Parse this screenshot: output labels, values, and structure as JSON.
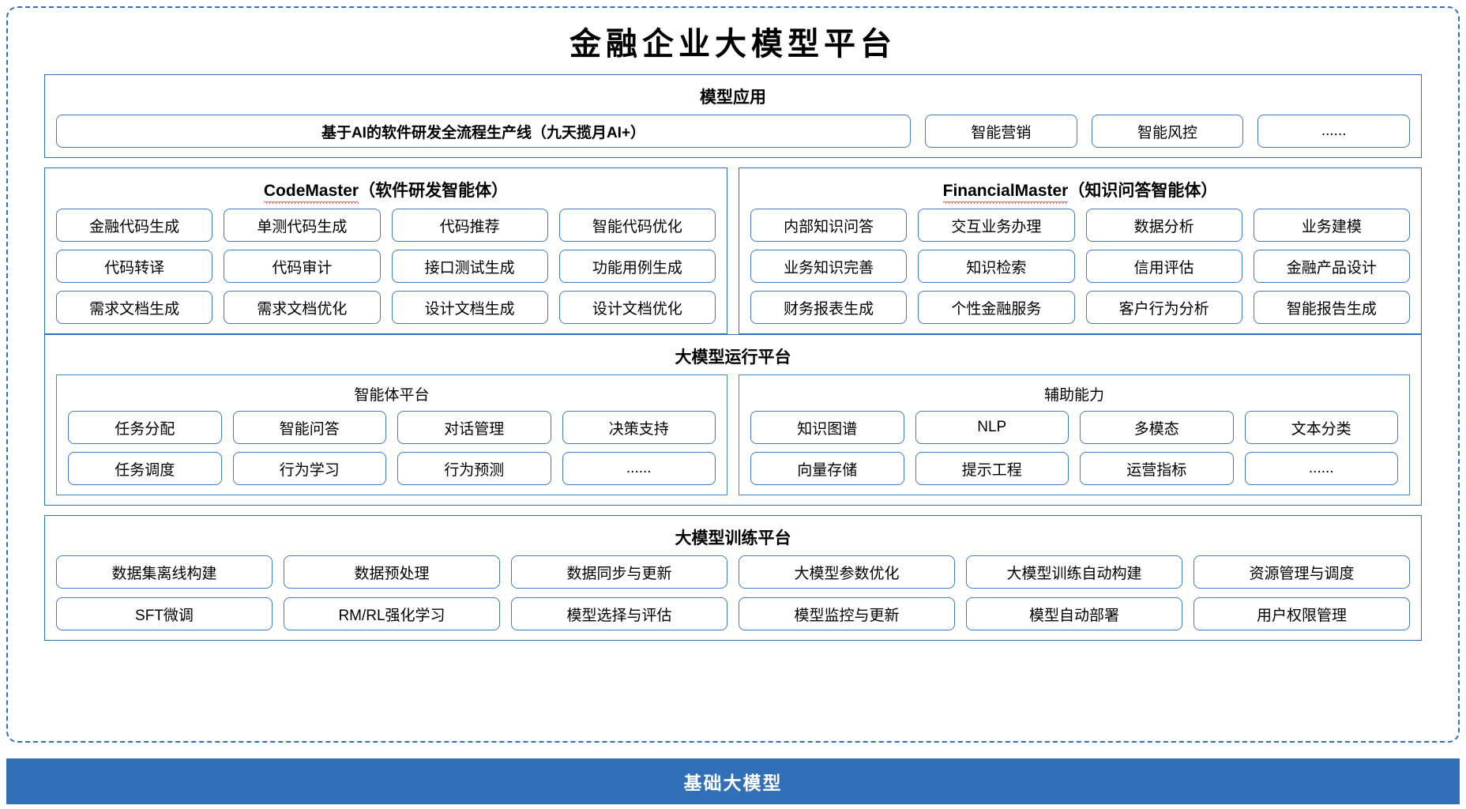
{
  "page": {
    "title": "金融企业大模型平台",
    "accent_color": "#2e6fc4",
    "base_bar_color": "#3170b8",
    "pill_border_color": "#3d7bcc"
  },
  "model_application": {
    "title": "模型应用",
    "primary": "基于AI的软件研发全流程生产线（九天揽月AI+）",
    "others": [
      "智能营销",
      "智能风控",
      "......"
    ]
  },
  "agents": [
    {
      "name": "CodeMaster",
      "suffix": "（软件研发智能体）",
      "items": [
        "金融代码生成",
        "单测代码生成",
        "代码推荐",
        "智能代码优化",
        "代码转译",
        "代码审计",
        "接口测试生成",
        "功能用例生成",
        "需求文档生成",
        "需求文档优化",
        "设计文档生成",
        "设计文档优化"
      ]
    },
    {
      "name": "FinancialMaster",
      "suffix": "（知识问答智能体）",
      "items": [
        "内部知识问答",
        "交互业务办理",
        "数据分析",
        "业务建模",
        "业务知识完善",
        "知识检索",
        "信用评估",
        "金融产品设计",
        "财务报表生成",
        "个性金融服务",
        "客户行为分析",
        "智能报告生成"
      ]
    }
  ],
  "runtime_platform": {
    "title": "大模型运行平台",
    "groups": [
      {
        "title": "智能体平台",
        "items": [
          "任务分配",
          "智能问答",
          "对话管理",
          "决策支持",
          "任务调度",
          "行为学习",
          "行为预测",
          "......"
        ]
      },
      {
        "title": "辅助能力",
        "items": [
          "知识图谱",
          "NLP",
          "多模态",
          "文本分类",
          "向量存储",
          "提示工程",
          "运营指标",
          "......"
        ]
      }
    ]
  },
  "training_platform": {
    "title": "大模型训练平台",
    "items": [
      "数据集离线构建",
      "数据预处理",
      "数据同步与更新",
      "大模型参数优化",
      "大模型训练自动构建",
      "资源管理与调度",
      "SFT微调",
      "RM/RL强化学习",
      "模型选择与评估",
      "模型监控与更新",
      "模型自动部署",
      "用户权限管理"
    ]
  },
  "base_model": {
    "label": "基础大模型"
  }
}
